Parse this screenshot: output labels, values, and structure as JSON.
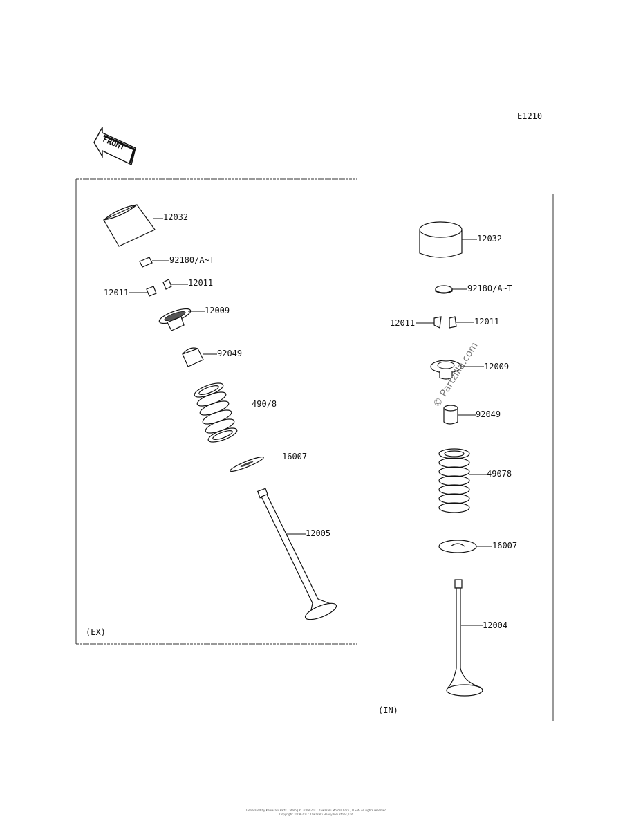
{
  "diagram_code": "E1210",
  "front_badge": "FRONT",
  "exhaust": {
    "caption": "(EX)",
    "parts": {
      "lifter": "12032",
      "shim": "92180/A~T",
      "keeper_right": "12011",
      "keeper_left": "12011",
      "retainer": "12009",
      "seal": "92049",
      "spring": "490/8",
      "seat": "16007",
      "valve": "12005"
    }
  },
  "intake": {
    "caption": "(IN)",
    "parts": {
      "lifter": "12032",
      "shim": "92180/A~T",
      "keeper_left": "12011",
      "keeper_right": "12011",
      "retainer": "12009",
      "seal": "92049",
      "spring": "49078",
      "seat": "16007",
      "valve": "12004"
    }
  },
  "watermark": "© Partzilla.com",
  "footer": {
    "line1": "Generated by Kawasaki Parts Catalog © 2008-2017 Kawasaki Motors Corp., U.S.A. All rights reserved.",
    "line2": "Copyright 2008-2017 Kawasaki Heavy Industries, Ltd."
  }
}
